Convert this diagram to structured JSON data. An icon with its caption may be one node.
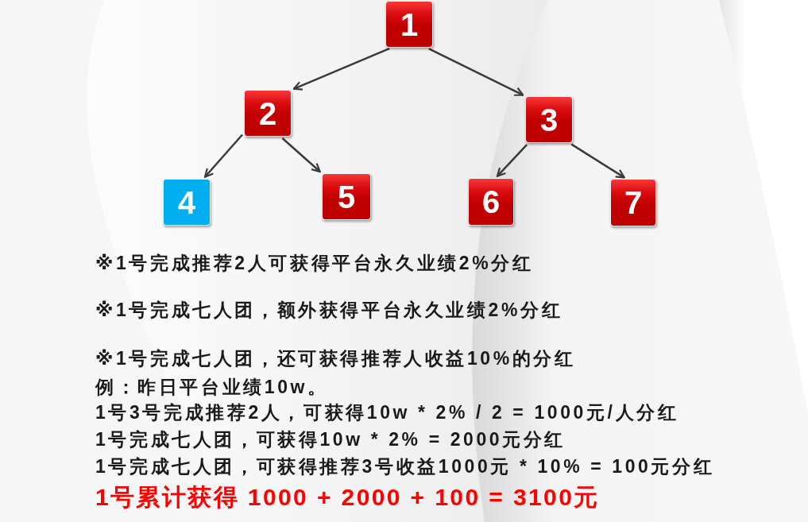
{
  "diagram": {
    "nodes": [
      {
        "text": [
          "1"
        ]
      },
      {
        "text": [
          "2"
        ]
      },
      {
        "text": [
          "3"
        ]
      },
      {
        "text": [
          "4"
        ]
      },
      {
        "text": [
          "5"
        ]
      },
      {
        "text": [
          "6"
        ]
      },
      {
        "text": [
          "7"
        ]
      }
    ],
    "edges": [
      {
        "from": 0,
        "to": 1,
        "arrow": "to"
      },
      {
        "from": 0,
        "to": 2,
        "arrow": "to"
      },
      {
        "from": 1,
        "to": 3,
        "arrow": "to"
      },
      {
        "from": 1,
        "to": 4,
        "arrow": "to"
      },
      {
        "from": 2,
        "to": 5,
        "arrow": "to"
      },
      {
        "from": 2,
        "to": 6,
        "arrow": "to"
      }
    ],
    "labels": [
      "※1号完成推荐2人可获得平台永久业绩2%分红",
      "※1号完成七人团，额外获得平台永久业绩2%分红",
      "※1号完成七人团，还可获得推荐人收益10%的分红",
      "例：昨日平台业绩10w。",
      "1号3号完成推荐2人，可获得10w * 2% / 2 = 1000元/人分红",
      "1号完成七人团，可获得10w * 2% = 2000元分红",
      "1号完成七人团，可获得推荐3号收益1000元 * 10% = 100元分红",
      "1号累计获得 1000 + 2000 + 100 = 3100元"
    ]
  }
}
